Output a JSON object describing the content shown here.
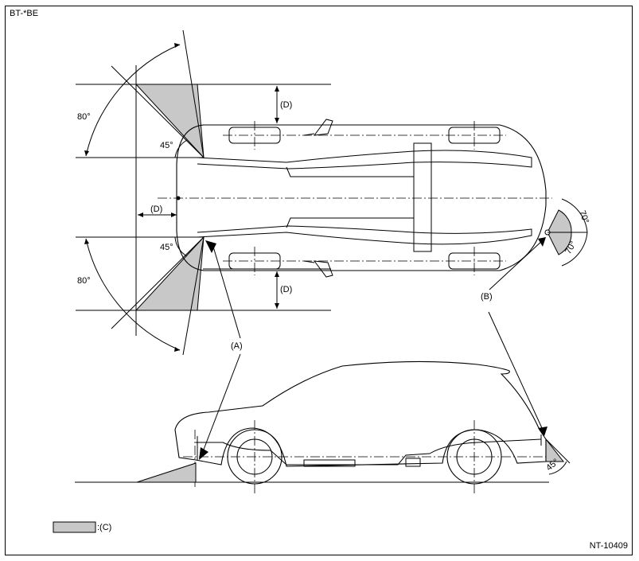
{
  "header": {
    "code": "BT-*BE"
  },
  "footer": {
    "code": "NT-10409"
  },
  "labels": {
    "angle_80": "80°",
    "angle_45": "45°",
    "angle_70": "70°",
    "dim_d": "(D)",
    "callout_a": "(A)",
    "callout_b": "(B)",
    "legend_c": ":(C)"
  },
  "colors": {
    "shade": "#c8c8c8",
    "line": "#000000"
  }
}
